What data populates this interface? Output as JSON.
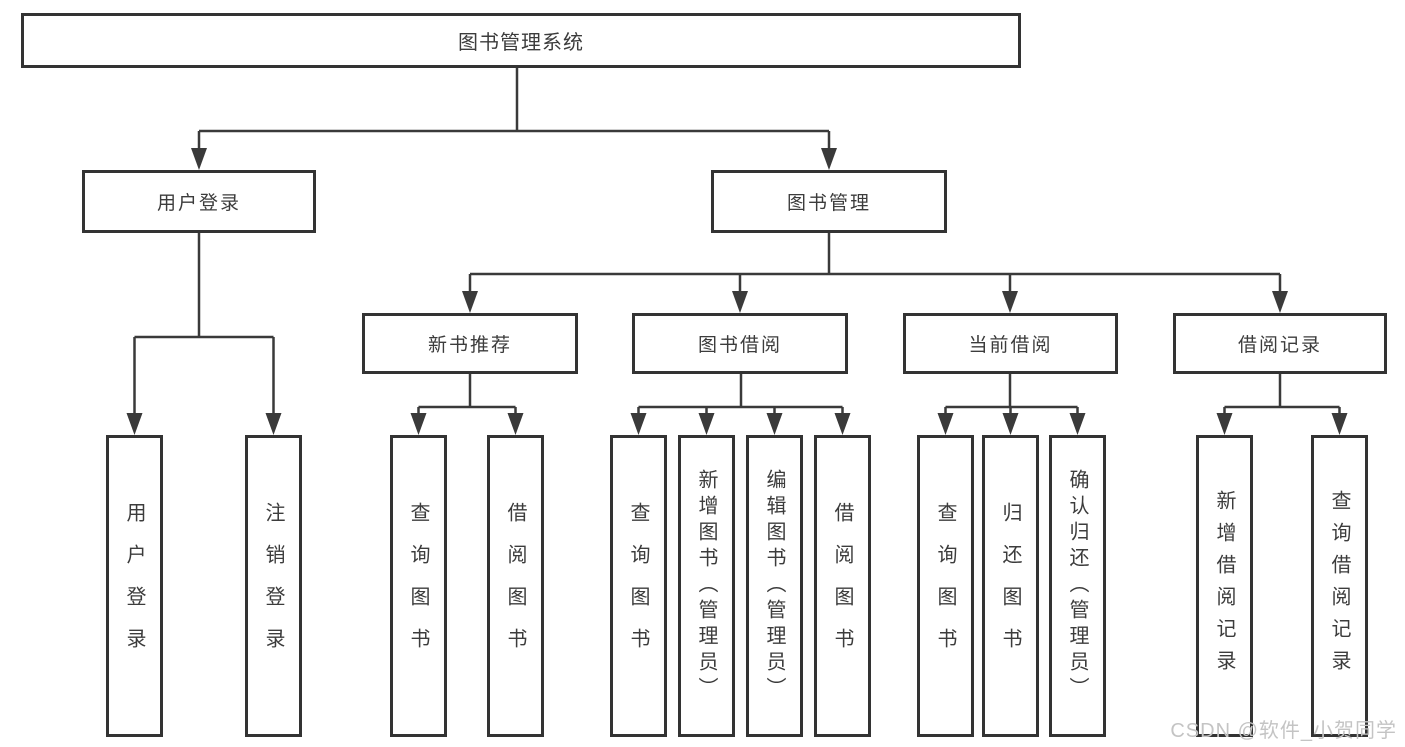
{
  "diagram": {
    "root": "图书管理系统",
    "login_branch": {
      "label": "用户登录",
      "children": [
        "用户登录",
        "注销登录"
      ]
    },
    "management_branch": {
      "label": "图书管理",
      "sections": [
        {
          "label": "新书推荐",
          "children": [
            "查询图书",
            "借阅图书"
          ]
        },
        {
          "label": "图书借阅",
          "children": [
            "查询图书",
            "新增图书（管理员）",
            "编辑图书（管理员）",
            "借阅图书"
          ]
        },
        {
          "label": "当前借阅",
          "children": [
            "查询图书",
            "归还图书",
            "确认归还（管理员）"
          ]
        },
        {
          "label": "借阅记录",
          "children": [
            "新增借阅记录",
            "查询借阅记录"
          ]
        }
      ]
    }
  },
  "watermark": "CSDN @软件_小贺同学",
  "colors": {
    "line": "#3a3a3a",
    "box_border": "#333333",
    "text": "#3c3c3c",
    "watermark": "#c4c4c4",
    "background": "#ffffff"
  }
}
